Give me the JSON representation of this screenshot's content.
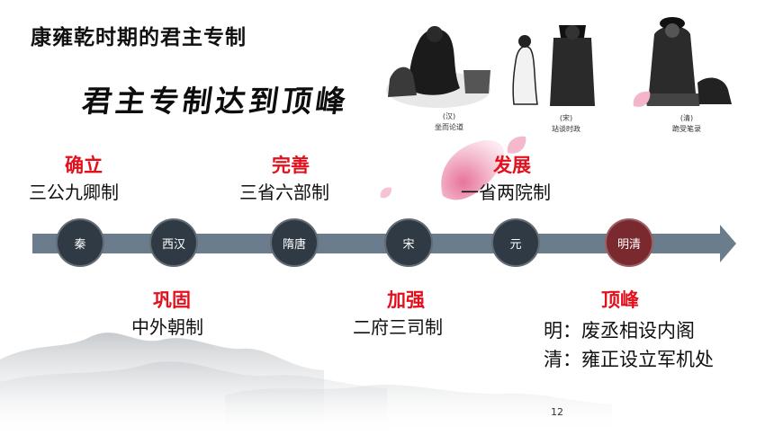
{
  "slide": {
    "title": "康雍乾时期的君主专制",
    "subtitle": "君主专制达到顶峰",
    "page_number": "12"
  },
  "figures": {
    "captions": [
      {
        "dynasty": "(汉)",
        "text": "坐而论道"
      },
      {
        "dynasty": "(宋)",
        "text": "站谈时政"
      },
      {
        "dynasty": "(清)",
        "text": "跪受笔录"
      }
    ]
  },
  "timeline": {
    "nodes": [
      "秦",
      "西汉",
      "隋唐",
      "宋",
      "元",
      "明清"
    ],
    "active_node": "明清"
  },
  "events": {
    "top": [
      {
        "heading": "确立",
        "detail": "三公九卿制"
      },
      {
        "heading": "完善",
        "detail": "三省六部制"
      },
      {
        "heading": "发展",
        "detail": "一省两院制"
      }
    ],
    "bottom": [
      {
        "heading": "巩固",
        "detail": "中外朝制"
      },
      {
        "heading": "加强",
        "detail": "二府三司制"
      },
      {
        "heading": "顶峰",
        "detail_lines": [
          "明：废丞相设内阁",
          "清：雍正设立军机处"
        ]
      }
    ]
  },
  "colors": {
    "accent_red": "#e3101d",
    "node_dark": "#2f3a45",
    "node_active": "#7a2a2e",
    "arrow": "#6b7d8c"
  }
}
